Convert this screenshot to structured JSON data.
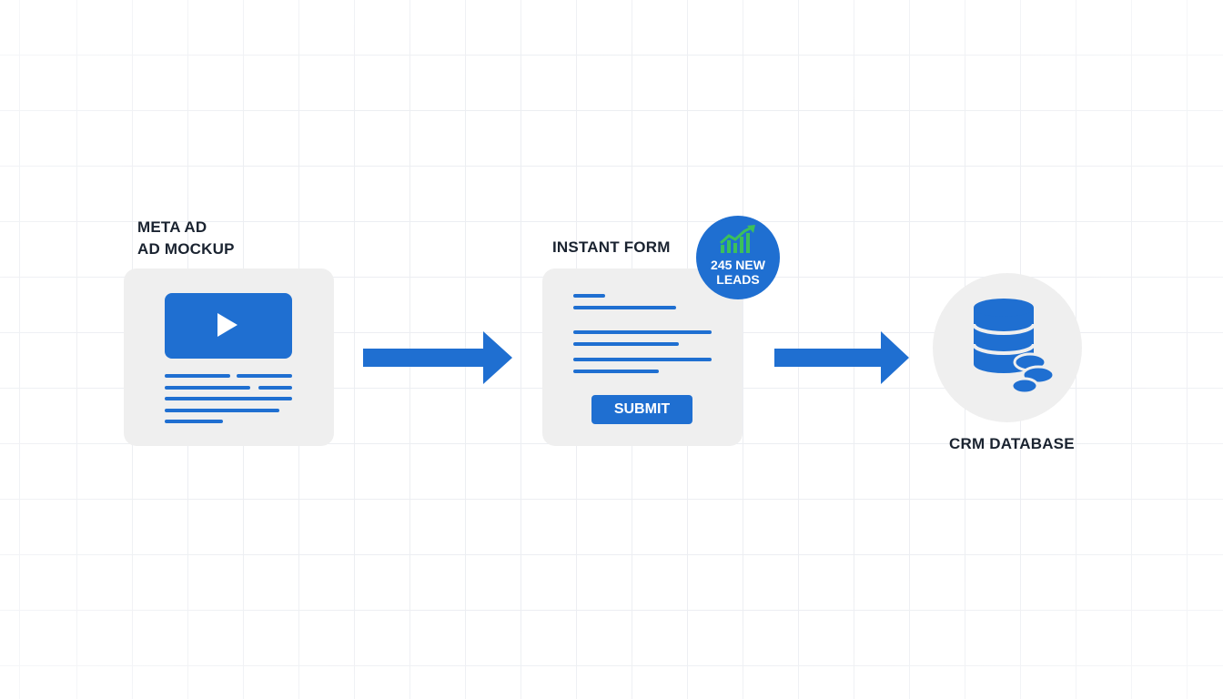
{
  "colors": {
    "accent": "#1f6fd1",
    "card": "#efefef",
    "text": "#1a2330",
    "chart_green": "#3cc05a"
  },
  "ad_stage": {
    "label_line1": "META AD",
    "label_line2": "AD MOCKUP",
    "icon": "play-icon"
  },
  "form_stage": {
    "label": "INSTANT FORM",
    "submit_label": "SUBMIT",
    "badge": {
      "icon": "trending-up-icon",
      "line1": "245 NEW",
      "line2": "LEADS"
    }
  },
  "crm_stage": {
    "label": "CRM DATABASE",
    "icon": "database-icon"
  },
  "arrows": [
    "arrow-right-icon",
    "arrow-right-icon"
  ]
}
